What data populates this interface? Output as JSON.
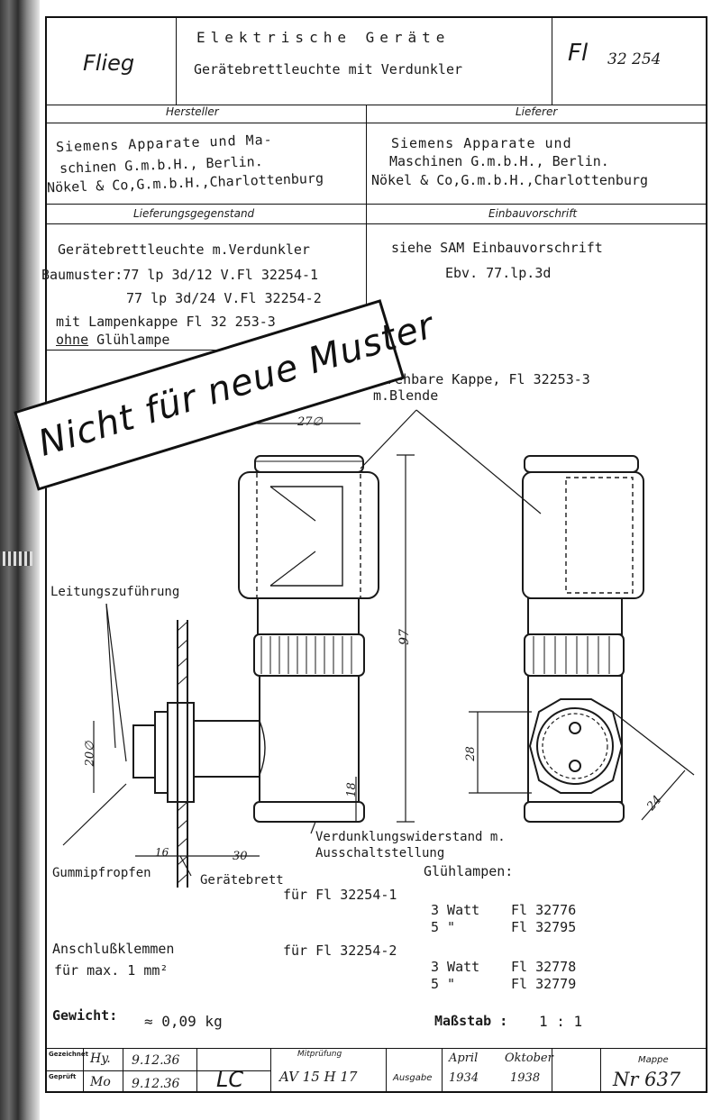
{
  "header": {
    "company": "Flieg",
    "category": "Elektrische Geräte",
    "title": "Gerätebrettleuchte mit Verdunkler",
    "code_prefix": "Fl",
    "code_number": "32 254"
  },
  "hersteller": {
    "label": "Hersteller",
    "line1": "Siemens Apparate und Ma-",
    "line2": "schinen G.m.b.H., Berlin.",
    "line3": "Nökel & Co,G.m.b.H.,Charlottenburg"
  },
  "lieferer": {
    "label": "Lieferer",
    "line1": "Siemens Apparate und",
    "line2": "Maschinen G.m.b.H., Berlin.",
    "line3": "Nökel & Co,G.m.b.H.,Charlottenburg"
  },
  "lieferungsgegenstand": {
    "label": "Lieferungsgegenstand",
    "line1": "Gerätebrettleuchte m.Verdunkler",
    "line2": "Baumuster:77 lp 3d/12 V.Fl 32254-1",
    "line3": "77 lp 3d/24 V.Fl 32254-2",
    "line4": "mit Lampenkappe Fl 32 253-3",
    "line5_underlined": "ohne",
    "line5_rest": " Glühlampe"
  },
  "einbauvorschrift": {
    "label": "Einbauvorschrift",
    "line1": "siehe SAM Einbauvorschrift",
    "line2": "Ebv. 77.lp.3d"
  },
  "stamp": {
    "text": "Nicht für neue Muster"
  },
  "drawing": {
    "callout_cap_1": "drehbare Kappe, Fl 32253-3",
    "callout_cap_2": "m.Blende",
    "dim_27": "27∅",
    "label_leitung": "Leitungszuführung",
    "dim_97": "97",
    "dim_20": "20∅",
    "dim_18": "18",
    "dim_16": "16",
    "dim_30": "30",
    "dim_28": "28",
    "dim_24": "24",
    "label_gummi": "Gummipfropfen",
    "label_brett": "Gerätebrett",
    "label_verdunklung_1": "Verdunklungswiderstand m.",
    "label_verdunklung_2": "Ausschaltstellung"
  },
  "lamps": {
    "heading": "Glühlampen:",
    "group1_for": "für Fl 32254-1",
    "group1_rows": [
      {
        "watt": "3 Watt",
        "part": "Fl 32776"
      },
      {
        "watt": "5  \"",
        "part": "Fl 32795"
      }
    ],
    "group2_for": "für Fl 32254-2",
    "group2_rows": [
      {
        "watt": "3 Watt",
        "part": "Fl 32778"
      },
      {
        "watt": "5  \"",
        "part": "Fl 32779"
      }
    ]
  },
  "anschluss": {
    "line1": "Anschlußklemmen",
    "line2": "für max. 1 mm²"
  },
  "gewicht": {
    "label": "Gewicht:",
    "value": "≈ 0,09 kg"
  },
  "massstab": {
    "label": "Maßstab :",
    "value": "1 : 1"
  },
  "footer": {
    "row1_label": "Gezeichnet",
    "row2_label": "Geprüft",
    "sig1": "Hy.",
    "date1": "9.12.36",
    "sig2": "Mo",
    "date2": "9.12.36",
    "initials": "LC",
    "mitpruefung_label": "Mitprüfung",
    "mitpruefung_sig": "AV 15 H 17",
    "ausgabe_label": "Ausgabe",
    "ausgabe_month1": "April",
    "ausgabe_year1": "1934",
    "ausgabe_month2": "Oktober",
    "ausgabe_year2": "1938",
    "mappe_label": "Mappe",
    "mappe_value": "Nr 637"
  }
}
